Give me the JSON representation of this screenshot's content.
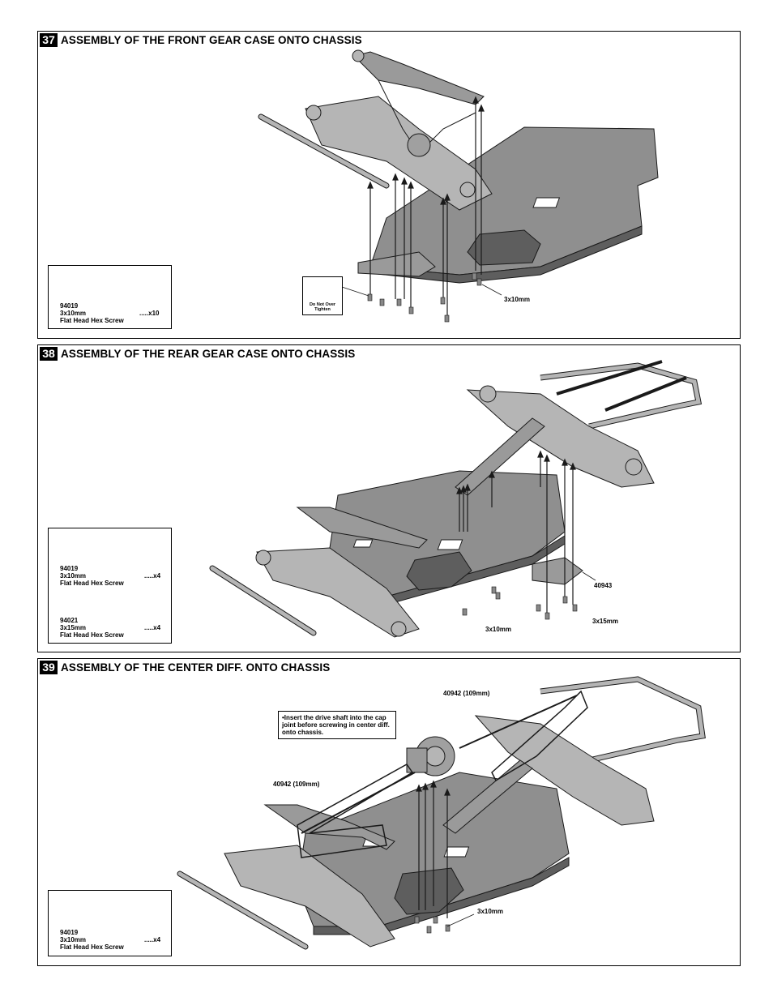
{
  "steps": [
    {
      "number": "37",
      "title": "ASSEMBLY OF THE FRONT GEAR CASE ONTO CHASSIS",
      "parts": [
        {
          "code": "94019",
          "size": "3x10mm",
          "name": "Flat Head Hex Screw",
          "qty": ".....x10"
        }
      ],
      "labels": {
        "screw": "3x10mm"
      },
      "caution": "Do Not Over Tighten"
    },
    {
      "number": "38",
      "title": "ASSEMBLY OF THE REAR GEAR CASE ONTO CHASSIS",
      "parts": [
        {
          "code": "94019",
          "size": "3x10mm",
          "name": "Flat Head Hex Screw",
          "qty": ".....x4"
        },
        {
          "code": "94021",
          "size": "3x15mm",
          "name": "Flat Head Hex Screw",
          "qty": ".....x4"
        }
      ],
      "labels": {
        "plate": "40943",
        "screw_a": "3x10mm",
        "screw_b": "3x15mm"
      }
    },
    {
      "number": "39",
      "title": "ASSEMBLY OF THE CENTER DIFF. ONTO CHASSIS",
      "parts": [
        {
          "code": "94019",
          "size": "3x10mm",
          "name": "Flat Head Hex Screw",
          "qty": ".....x4"
        }
      ],
      "labels": {
        "shaft_top": "40942 (109mm)",
        "shaft_left": "40942 (109mm)",
        "screw": "3x10mm"
      },
      "note": "•Insert the drive shaft into the cap joint before screwing in center diff. onto chassis."
    }
  ],
  "colors": {
    "chassis": "#8f8f8f",
    "chassis_dark": "#5e5e5e",
    "parts": "#b5b5b5",
    "outline": "#1a1a1a"
  }
}
